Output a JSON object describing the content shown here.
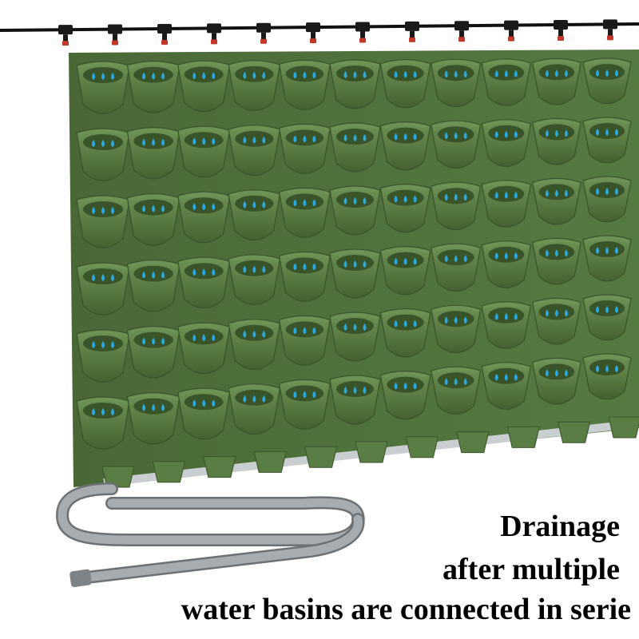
{
  "caption": {
    "line1": "Drainage",
    "line2": "after multiple",
    "line3": "water basins are connected in serie"
  },
  "colors": {
    "panel": "#4e6e3a",
    "panel_shadow": "#3a5429",
    "pot": "#5a7d44",
    "pot_highlight": "#6f9356",
    "drip_hose": "#111111",
    "emitter": "#c0392b",
    "water_drop": "#2aa9e0",
    "drain_hose": "#9aa0a4",
    "caption_text": "#000000"
  },
  "icons": [
    "drip-irrigation-emitter-icon",
    "water-drop-icon",
    "drain-hose-icon"
  ]
}
